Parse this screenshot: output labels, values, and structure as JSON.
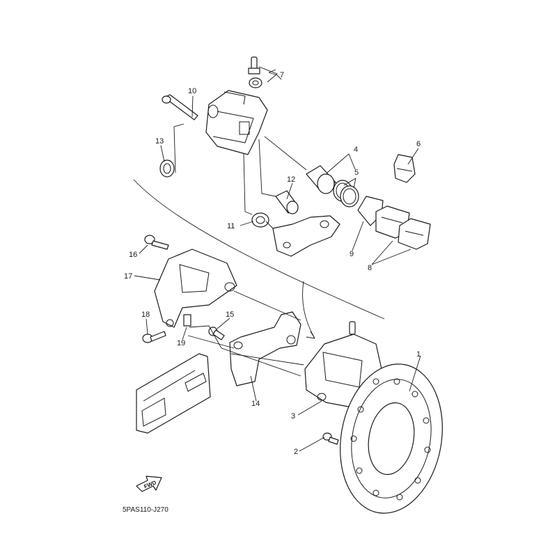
{
  "callouts": {
    "c1": "1",
    "c2": "2",
    "c3": "3",
    "c4": "4",
    "c5": "5",
    "c6": "6",
    "c7": "7",
    "c8": "8",
    "c9": "9",
    "c10": "10",
    "c11": "11",
    "c12": "12",
    "c13": "13",
    "c14": "14",
    "c15": "15",
    "c16": "16",
    "c17": "17",
    "c18": "18",
    "c19": "19"
  },
  "fwd_label": "FWD",
  "diagram_code": "5PAS110-J270"
}
